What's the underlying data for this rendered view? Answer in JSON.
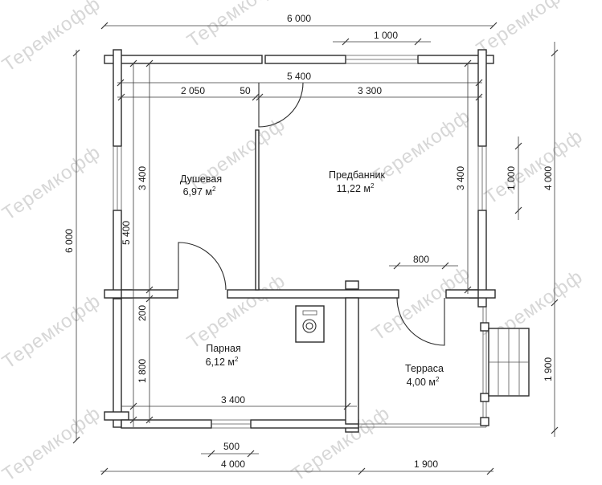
{
  "watermark": "Теремкофф",
  "dimensions": {
    "top_total": "6 000",
    "top_window": "1 000",
    "inner_total": "5 400",
    "shower_width": "2 050",
    "partition": "50",
    "anteroom_width": "3 300",
    "left_total": "6 000",
    "left_inner": "5 400",
    "shower_depth": "3 400",
    "partition_depth": "200",
    "steam_depth": "1 800",
    "anteroom_depth": "3 400",
    "right_window": "1 000",
    "right_upper": "4 000",
    "right_lower": "1 900",
    "door_800": "800",
    "steam_width": "3 400",
    "bottom_window": "500",
    "bottom_left": "4 000",
    "bottom_right": "1 900"
  },
  "rooms": [
    {
      "name": "Душевая",
      "area": "6,97 м",
      "sup": "2"
    },
    {
      "name": "Предбанник",
      "area": "11,22 м",
      "sup": "2"
    },
    {
      "name": "Парная",
      "area": "6,12 м",
      "sup": "2"
    },
    {
      "name": "Терраса",
      "area": "4,00 м",
      "sup": "2"
    }
  ]
}
